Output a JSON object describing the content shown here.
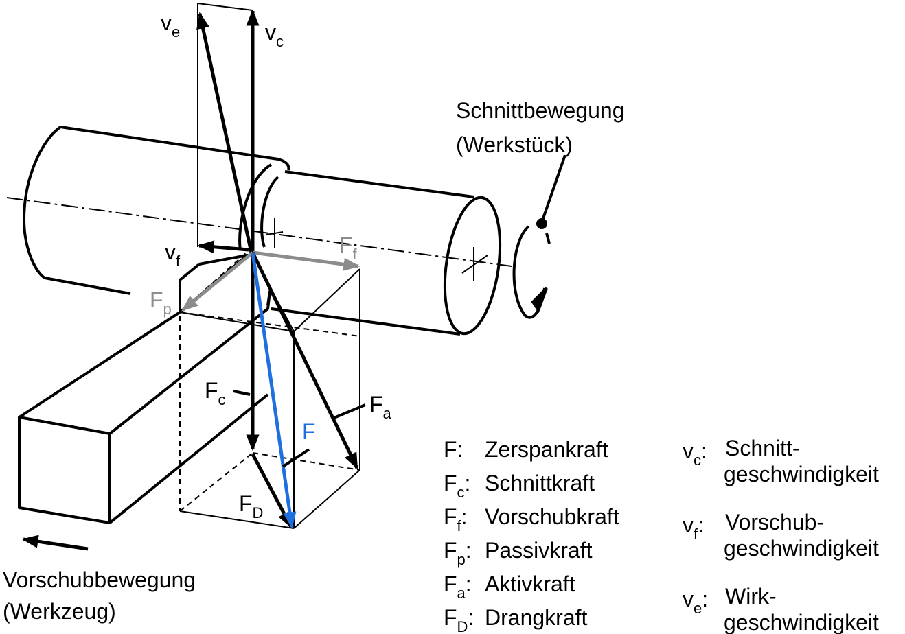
{
  "labels": {
    "ve": {
      "base": "v",
      "sub": "e"
    },
    "vc": {
      "base": "v",
      "sub": "c"
    },
    "vf": {
      "base": "v",
      "sub": "f"
    },
    "Ff": {
      "base": "F",
      "sub": "f"
    },
    "Fp": {
      "base": "F",
      "sub": "p"
    },
    "Fc": {
      "base": "F",
      "sub": "c"
    },
    "Fa": {
      "base": "F",
      "sub": "a"
    },
    "F": {
      "base": "F"
    },
    "FD": {
      "base": "F",
      "sub": "D"
    }
  },
  "cutting_motion": {
    "line1": "Schnittbewegung",
    "line2": "(Werkstück)"
  },
  "feed_motion": {
    "line1": "Vorschubbewegung",
    "line2": "(Werkzeug)"
  },
  "legend_forces": [
    {
      "sym": "F",
      "sub": "",
      "colon": ":",
      "text": "Zerspankraft"
    },
    {
      "sym": "F",
      "sub": "c",
      "colon": ":",
      "text": "Schnittkraft"
    },
    {
      "sym": "F",
      "sub": "f",
      "colon": ":",
      "text": "Vorschubkraft"
    },
    {
      "sym": "F",
      "sub": "p",
      "colon": ":",
      "text": "Passivkraft"
    },
    {
      "sym": "F",
      "sub": "a",
      "colon": ":",
      "text": "Aktivkraft"
    },
    {
      "sym": "F",
      "sub": "D",
      "colon": ":",
      "text": "Drangkraft"
    }
  ],
  "legend_velocities": [
    {
      "sym": "v",
      "sub": "c",
      "colon": ":",
      "text1": "Schnitt-",
      "text2": "geschwindigkeit"
    },
    {
      "sym": "v",
      "sub": "f",
      "colon": ":",
      "text1": "Vorschub-",
      "text2": "geschwindigkeit"
    },
    {
      "sym": "v",
      "sub": "e",
      "colon": ":",
      "text1": "Wirk-",
      "text2": "geschwindigkeit"
    }
  ],
  "colors": {
    "black": "#000000",
    "grey_force": "#8c8c8c",
    "resultant_force": "#1f6fe0"
  }
}
